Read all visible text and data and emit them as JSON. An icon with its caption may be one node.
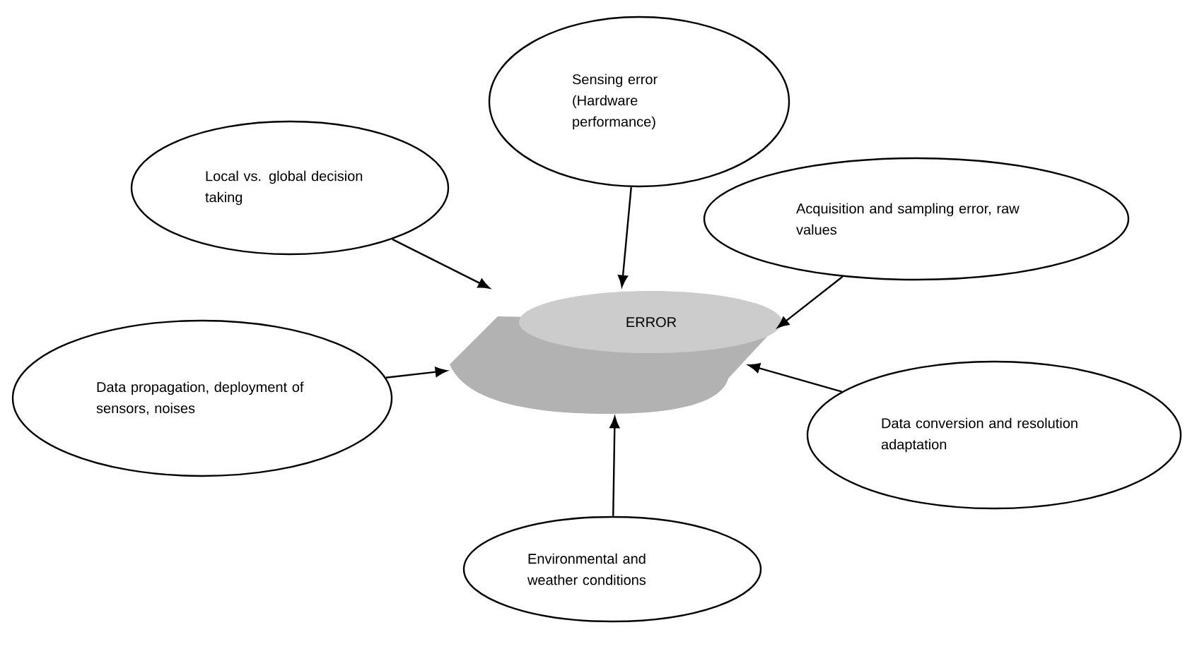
{
  "diagram": {
    "nodes": [
      {
        "text": [
          "ERROR"
        ]
      },
      {
        "text": [
          "Local vs. global decision taking"
        ]
      },
      {
        "text": [
          "Sensing error (Hardware performance)"
        ]
      },
      {
        "text": [
          "Acquisition and sampling error, raw values"
        ]
      },
      {
        "text": [
          "Data propagation, deployment of sensors, noises"
        ]
      },
      {
        "text": [
          "Data conversion and resolution adaptation"
        ]
      },
      {
        "text": [
          "Environmental and weather conditions"
        ]
      }
    ],
    "edges": [
      {
        "from": 1,
        "to": 0,
        "arrow": "to"
      },
      {
        "from": 2,
        "to": 0,
        "arrow": "to"
      },
      {
        "from": 3,
        "to": 0,
        "arrow": "to"
      },
      {
        "from": 4,
        "to": 0,
        "arrow": "to"
      },
      {
        "from": 5,
        "to": 0,
        "arrow": "to"
      },
      {
        "from": 6,
        "to": 0,
        "arrow": "to"
      }
    ]
  }
}
